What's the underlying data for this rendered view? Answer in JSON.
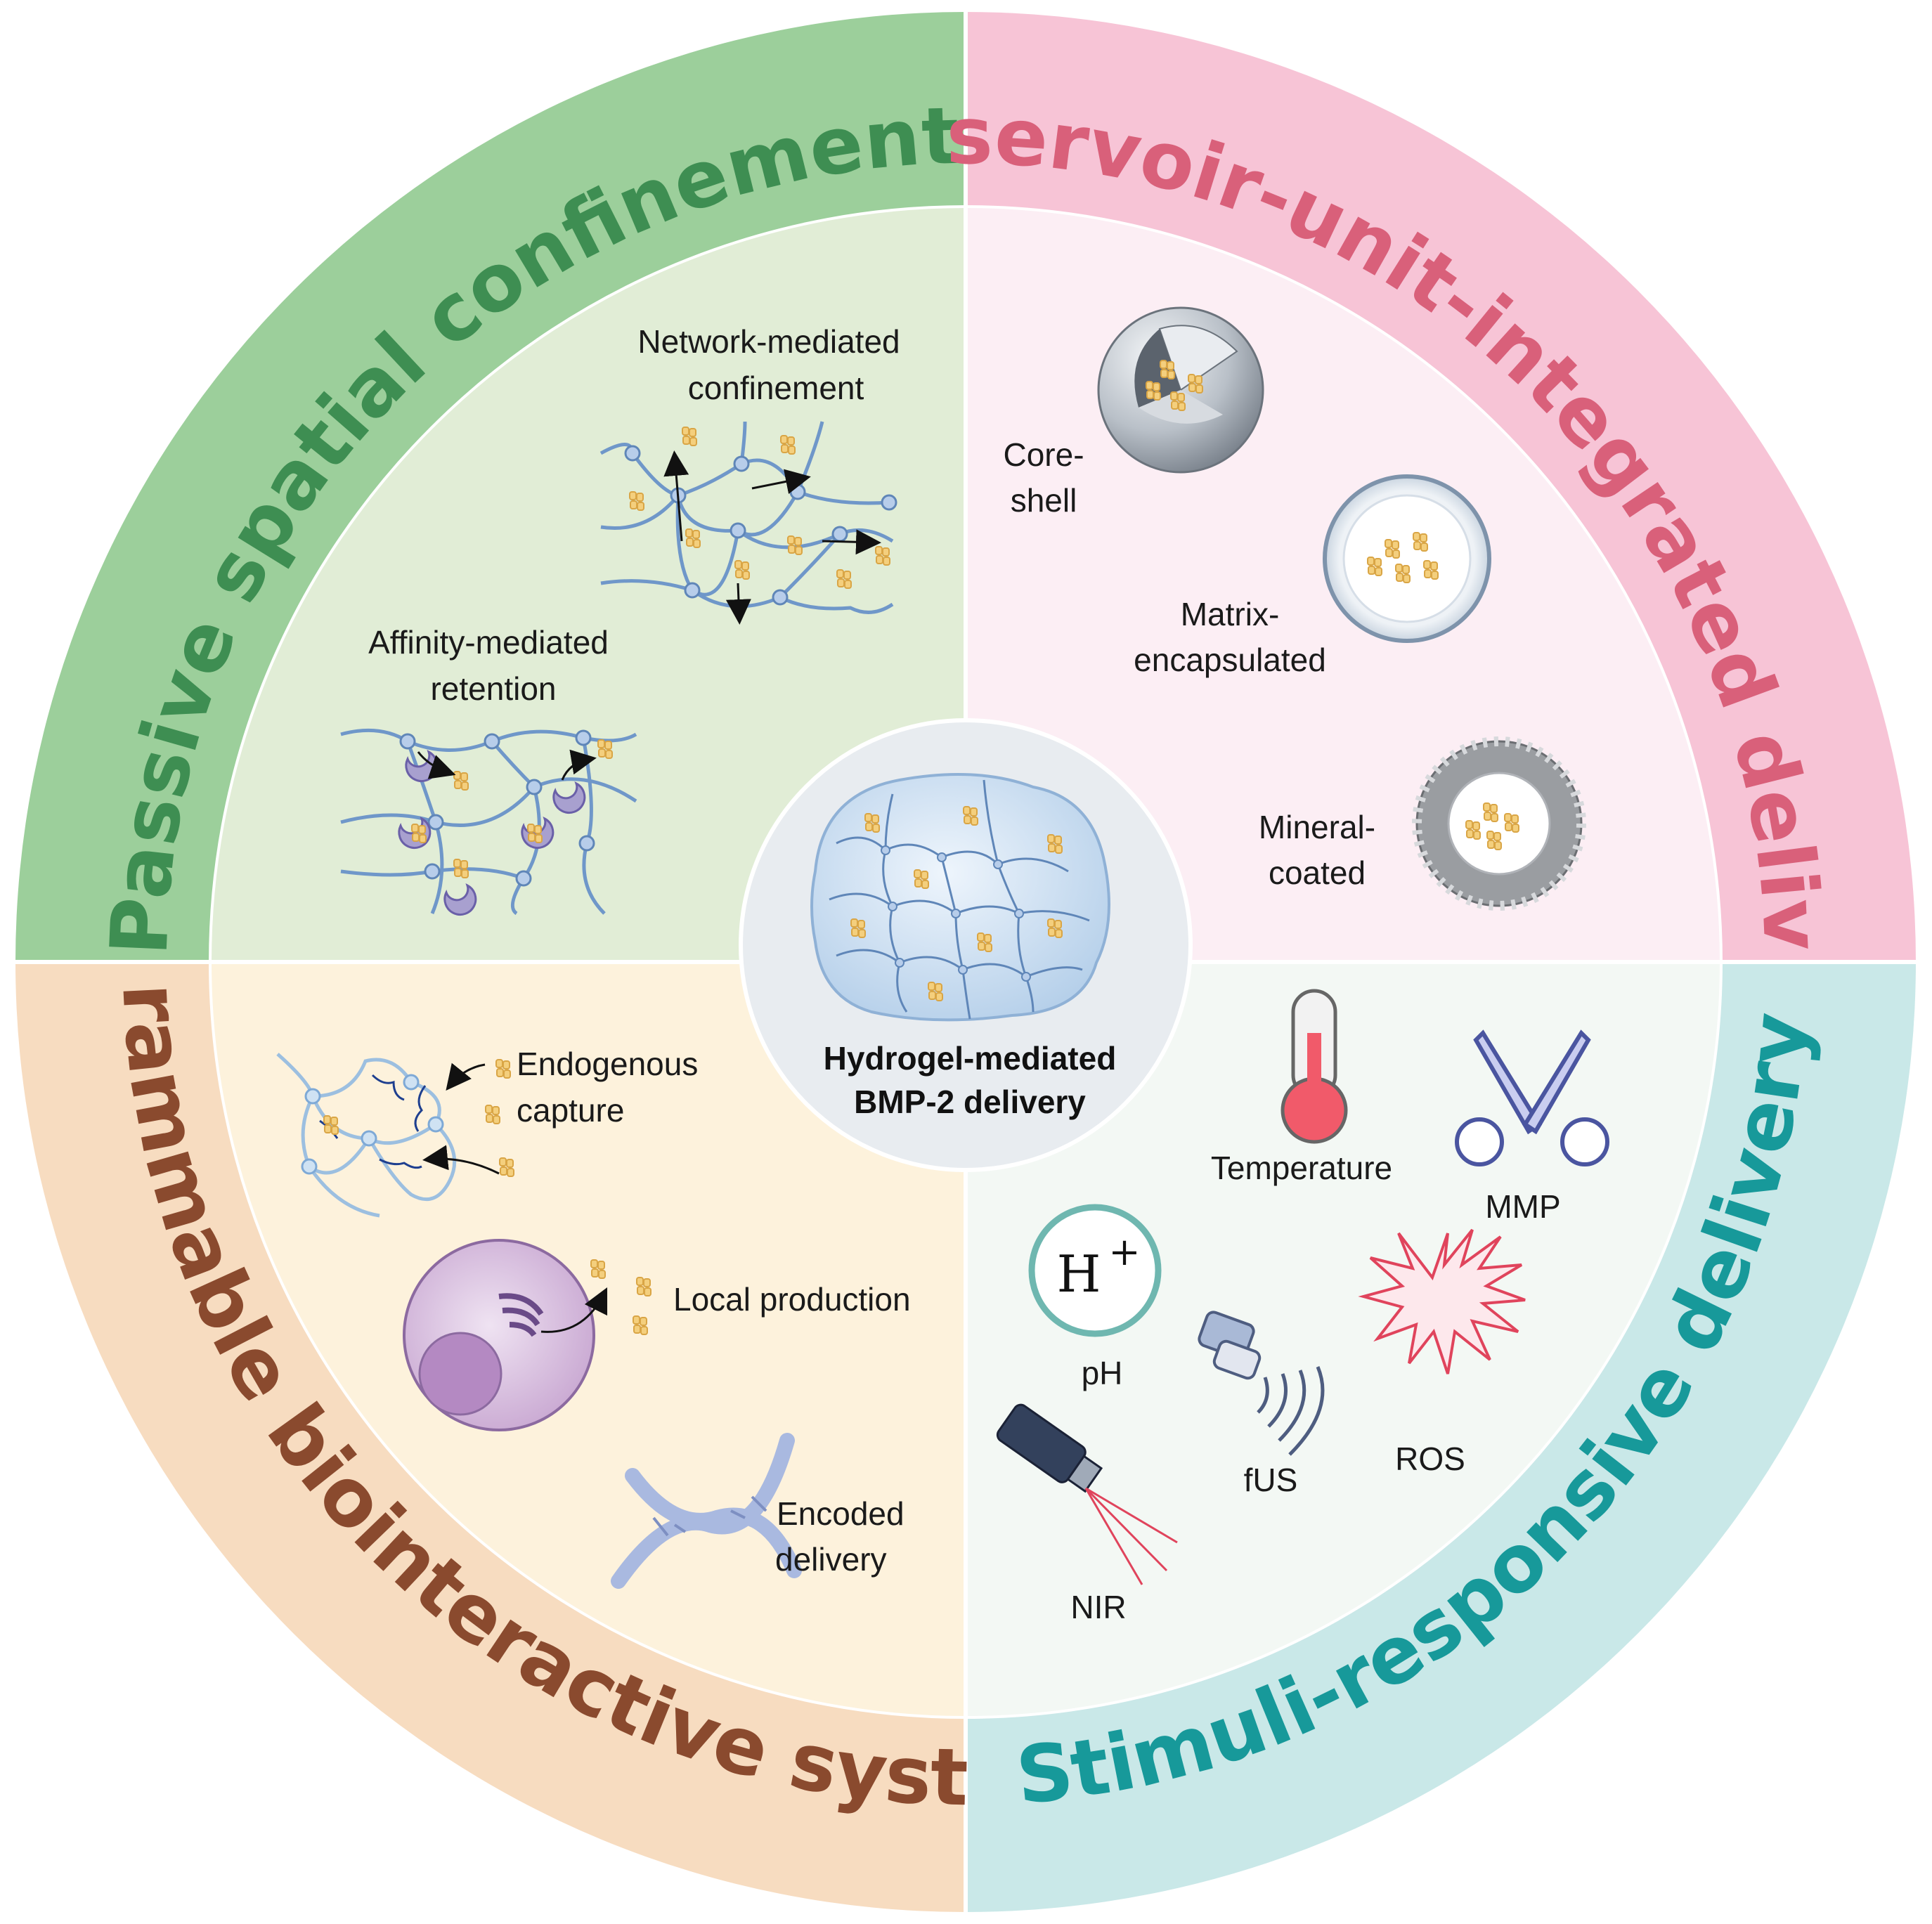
{
  "center": {
    "line1": "Hydrogel-mediated",
    "line2": "BMP-2 delivery"
  },
  "quadrants": {
    "top_left": {
      "title": "Passive spatial confinement",
      "color": "#3e8e52",
      "outer_color": "#9ccf9b",
      "inner_color": "#e1edd6",
      "items": {
        "network_1": "Network-mediated",
        "network_2": "confinement",
        "affinity_1": "Affinity-mediated",
        "affinity_2": "retention"
      }
    },
    "top_right": {
      "title": "Reservoir-unit-integrated delivery",
      "color": "#d9607a",
      "outer_color": "#f7c4d6",
      "inner_color": "#fceef4",
      "items": {
        "core_1": "Core-",
        "core_2": "shell",
        "matrix_1": "Matrix-",
        "matrix_2": "encapsulated",
        "mineral_1": "Mineral-",
        "mineral_2": "coated"
      }
    },
    "bottom_left": {
      "title": "Programmable biointeractive systems",
      "color": "#8a4a2e",
      "outer_color": "#f7dcc0",
      "inner_color": "#fdf2dc",
      "items": {
        "endogenous_1": "Endogenous",
        "endogenous_2": "capture",
        "local": "Local production",
        "encoded_1": "Encoded",
        "encoded_2": "delivery"
      }
    },
    "bottom_right": {
      "title": "Stimuli-responsive delivery",
      "color": "#17999a",
      "outer_color": "#c9e8e8",
      "inner_color": "#f3f8f4",
      "items": {
        "temperature": "Temperature",
        "mmp": "MMP",
        "ph_symbol": "H",
        "ph_sup": "+",
        "ph": "pH",
        "fus": "fUS",
        "ros": "ROS",
        "nir": "NIR"
      }
    }
  },
  "icons": [
    "hydrogel-network-icon",
    "bmp2-protein-icon",
    "core-shell-particle-icon",
    "matrix-particle-icon",
    "mineral-coated-particle-icon",
    "cell-icon",
    "dna-helix-icon",
    "thermometer-icon",
    "scissors-icon",
    "ultrasound-transducer-icon",
    "laser-icon",
    "ros-burst-icon"
  ]
}
